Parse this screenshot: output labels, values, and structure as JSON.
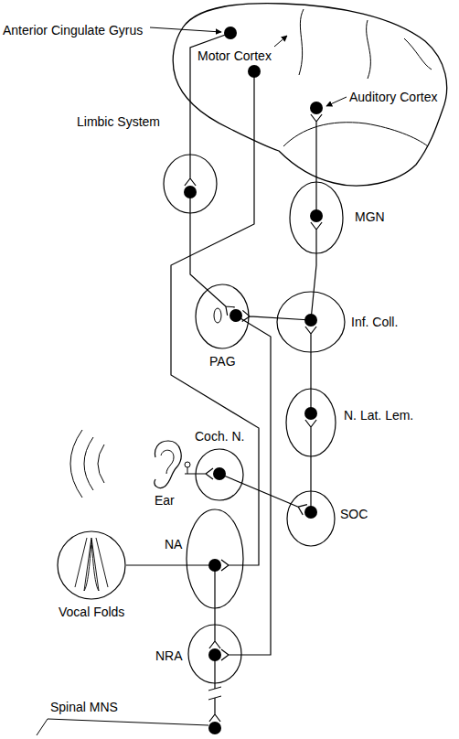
{
  "diagram": {
    "nodes": [
      {
        "text": [
          "Anterior Cingulate Gyrus"
        ]
      },
      {
        "text": [
          "Motor Cortex"
        ]
      },
      {
        "text": [
          "Auditory Cortex"
        ]
      },
      {
        "text": [
          "Limbic System"
        ]
      },
      {
        "text": [
          "MGN"
        ]
      },
      {
        "text": [
          "PAG"
        ]
      },
      {
        "text": [
          "Inf. Coll."
        ]
      },
      {
        "text": [
          "N. Lat. Lem."
        ]
      },
      {
        "text": [
          "Ear"
        ]
      },
      {
        "text": [
          "Coch. N."
        ]
      },
      {
        "text": [
          "SOC"
        ]
      },
      {
        "text": [
          "NA"
        ]
      },
      {
        "text": [
          "Vocal Folds"
        ]
      },
      {
        "text": [
          "NRA"
        ]
      },
      {
        "text": [
          "Spinal MNS"
        ]
      }
    ],
    "edges": [
      {
        "from": 0,
        "to": 3,
        "arrow": "none"
      },
      {
        "from": 3,
        "to": 5,
        "arrow": "none"
      },
      {
        "from": 1,
        "to": 11,
        "arrow": "none"
      },
      {
        "from": 4,
        "to": 2,
        "arrow": "none"
      },
      {
        "from": 6,
        "to": 4,
        "arrow": "none"
      },
      {
        "from": 6,
        "to": 5,
        "arrow": "none"
      },
      {
        "from": 7,
        "to": 6,
        "arrow": "none"
      },
      {
        "from": 10,
        "to": 7,
        "arrow": "none"
      },
      {
        "from": 9,
        "to": 10,
        "arrow": "none"
      },
      {
        "from": 8,
        "to": 9,
        "arrow": "none"
      },
      {
        "from": 11,
        "to": 12,
        "arrow": "none"
      },
      {
        "from": 11,
        "to": 13,
        "arrow": "none"
      },
      {
        "from": 5,
        "to": 13,
        "arrow": "none"
      },
      {
        "from": 13,
        "to": 14,
        "arrow": "none"
      }
    ]
  }
}
